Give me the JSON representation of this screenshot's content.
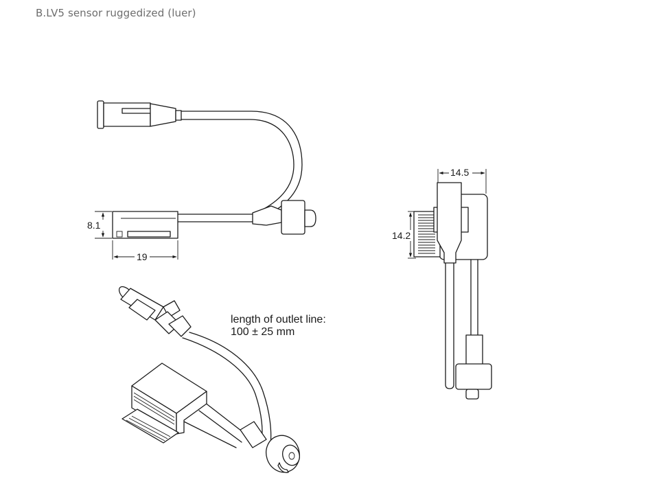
{
  "title": "B.LV5 sensor ruggedized (luer)",
  "dimensions": {
    "height_side": "8.1",
    "width_side": "19",
    "width_end": "14.5",
    "height_end": "14.2"
  },
  "note": {
    "line1": "length of outlet line:",
    "line2": "100 ± 25 mm"
  }
}
